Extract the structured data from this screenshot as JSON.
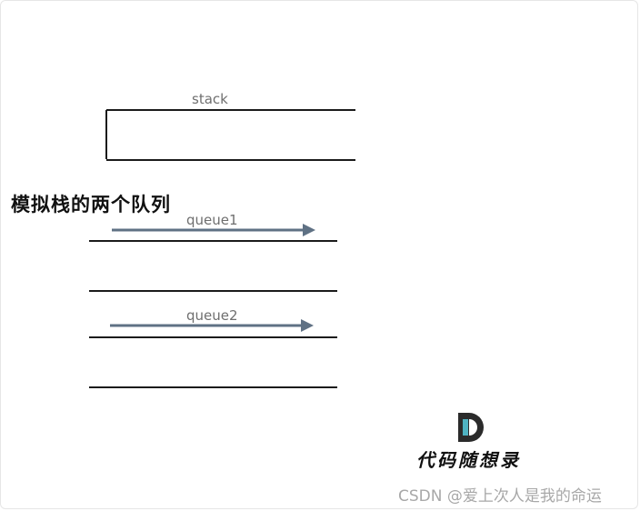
{
  "diagram": {
    "stack_label": "stack",
    "heading": "模拟栈的两个队列",
    "queue1_label": "queue1",
    "queue2_label": "queue2"
  },
  "branding": {
    "logo_text": "代码随想录",
    "watermark": "CSDN @爱上次人是我的命运"
  },
  "colors": {
    "line": "#1b1b1b",
    "arrow": "#5f7184",
    "label": "#6f6f6f",
    "logo_dark": "#2b2b2b",
    "logo_accent": "#4fb3c2"
  }
}
